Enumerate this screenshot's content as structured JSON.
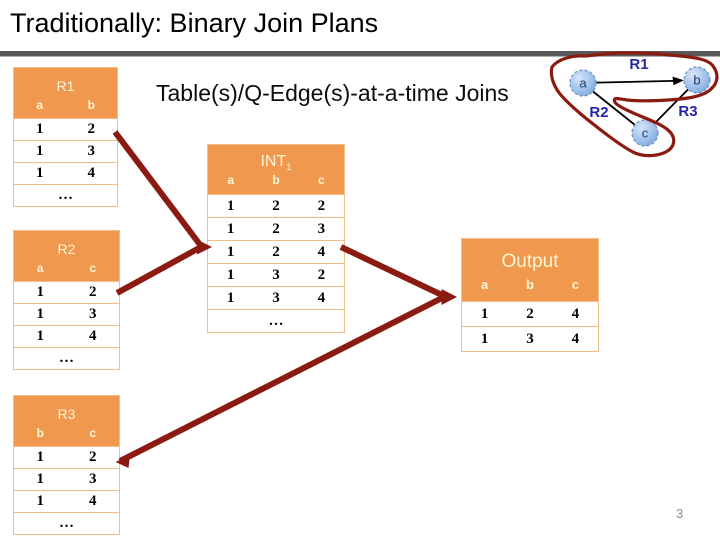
{
  "slide": {
    "title": "Traditionally: Binary Join Plans",
    "subtitle": "Table(s)/Q-Edge(s)-at-a-time Joins",
    "page_number": "3"
  },
  "tables": {
    "r1": {
      "title": "R1",
      "columns": [
        "a",
        "b"
      ],
      "rows": [
        [
          "1",
          "2"
        ],
        [
          "1",
          "3"
        ],
        [
          "1",
          "4"
        ]
      ],
      "ellipsis": "…"
    },
    "r2": {
      "title": "R2",
      "columns": [
        "a",
        "c"
      ],
      "rows": [
        [
          "1",
          "2"
        ],
        [
          "1",
          "3"
        ],
        [
          "1",
          "4"
        ]
      ],
      "ellipsis": "…"
    },
    "r3": {
      "title": "R3",
      "columns": [
        "b",
        "c"
      ],
      "rows": [
        [
          "1",
          "2"
        ],
        [
          "1",
          "3"
        ],
        [
          "1",
          "4"
        ]
      ],
      "ellipsis": "…"
    },
    "int1": {
      "title": "INT",
      "title_sub": "1",
      "columns": [
        "a",
        "b",
        "c"
      ],
      "rows": [
        [
          "1",
          "2",
          "2"
        ],
        [
          "1",
          "2",
          "3"
        ],
        [
          "1",
          "2",
          "4"
        ],
        [
          "1",
          "3",
          "2"
        ],
        [
          "1",
          "3",
          "4"
        ]
      ],
      "ellipsis": "…"
    },
    "output": {
      "title": "Output",
      "columns": [
        "a",
        "b",
        "c"
      ],
      "rows": [
        [
          "1",
          "2",
          "4"
        ],
        [
          "1",
          "3",
          "4"
        ]
      ],
      "ellipsis": ""
    }
  },
  "join_tree": {
    "joins": [
      {
        "inputs": [
          "R1",
          "R2"
        ],
        "result": "INT1"
      },
      {
        "inputs": [
          "INT1",
          "R3"
        ],
        "result": "Output"
      }
    ]
  },
  "graph": {
    "nodes": [
      {
        "id": "a"
      },
      {
        "id": "b"
      },
      {
        "id": "c"
      }
    ],
    "edges": [
      {
        "label": "R1",
        "from": "a",
        "to": "b",
        "directed": true
      },
      {
        "label": "R2",
        "from": "a",
        "to": "c",
        "directed": false
      },
      {
        "label": "R3",
        "from": "b",
        "to": "c",
        "directed": false
      }
    ]
  },
  "colors": {
    "header_orange": "#F0984E",
    "table_border": "#F2BE88",
    "header_text": "#FDF5D5",
    "join_line_red": "#8B1A10",
    "edge_label_blue": "#2525A8",
    "node_fill_blue": "#A4C4EC",
    "node_border_blue": "#6D90C3",
    "node_label_navy": "#1E3A66",
    "divider_gray": "#59595B",
    "page_number_gray": "#8F8F8F"
  }
}
